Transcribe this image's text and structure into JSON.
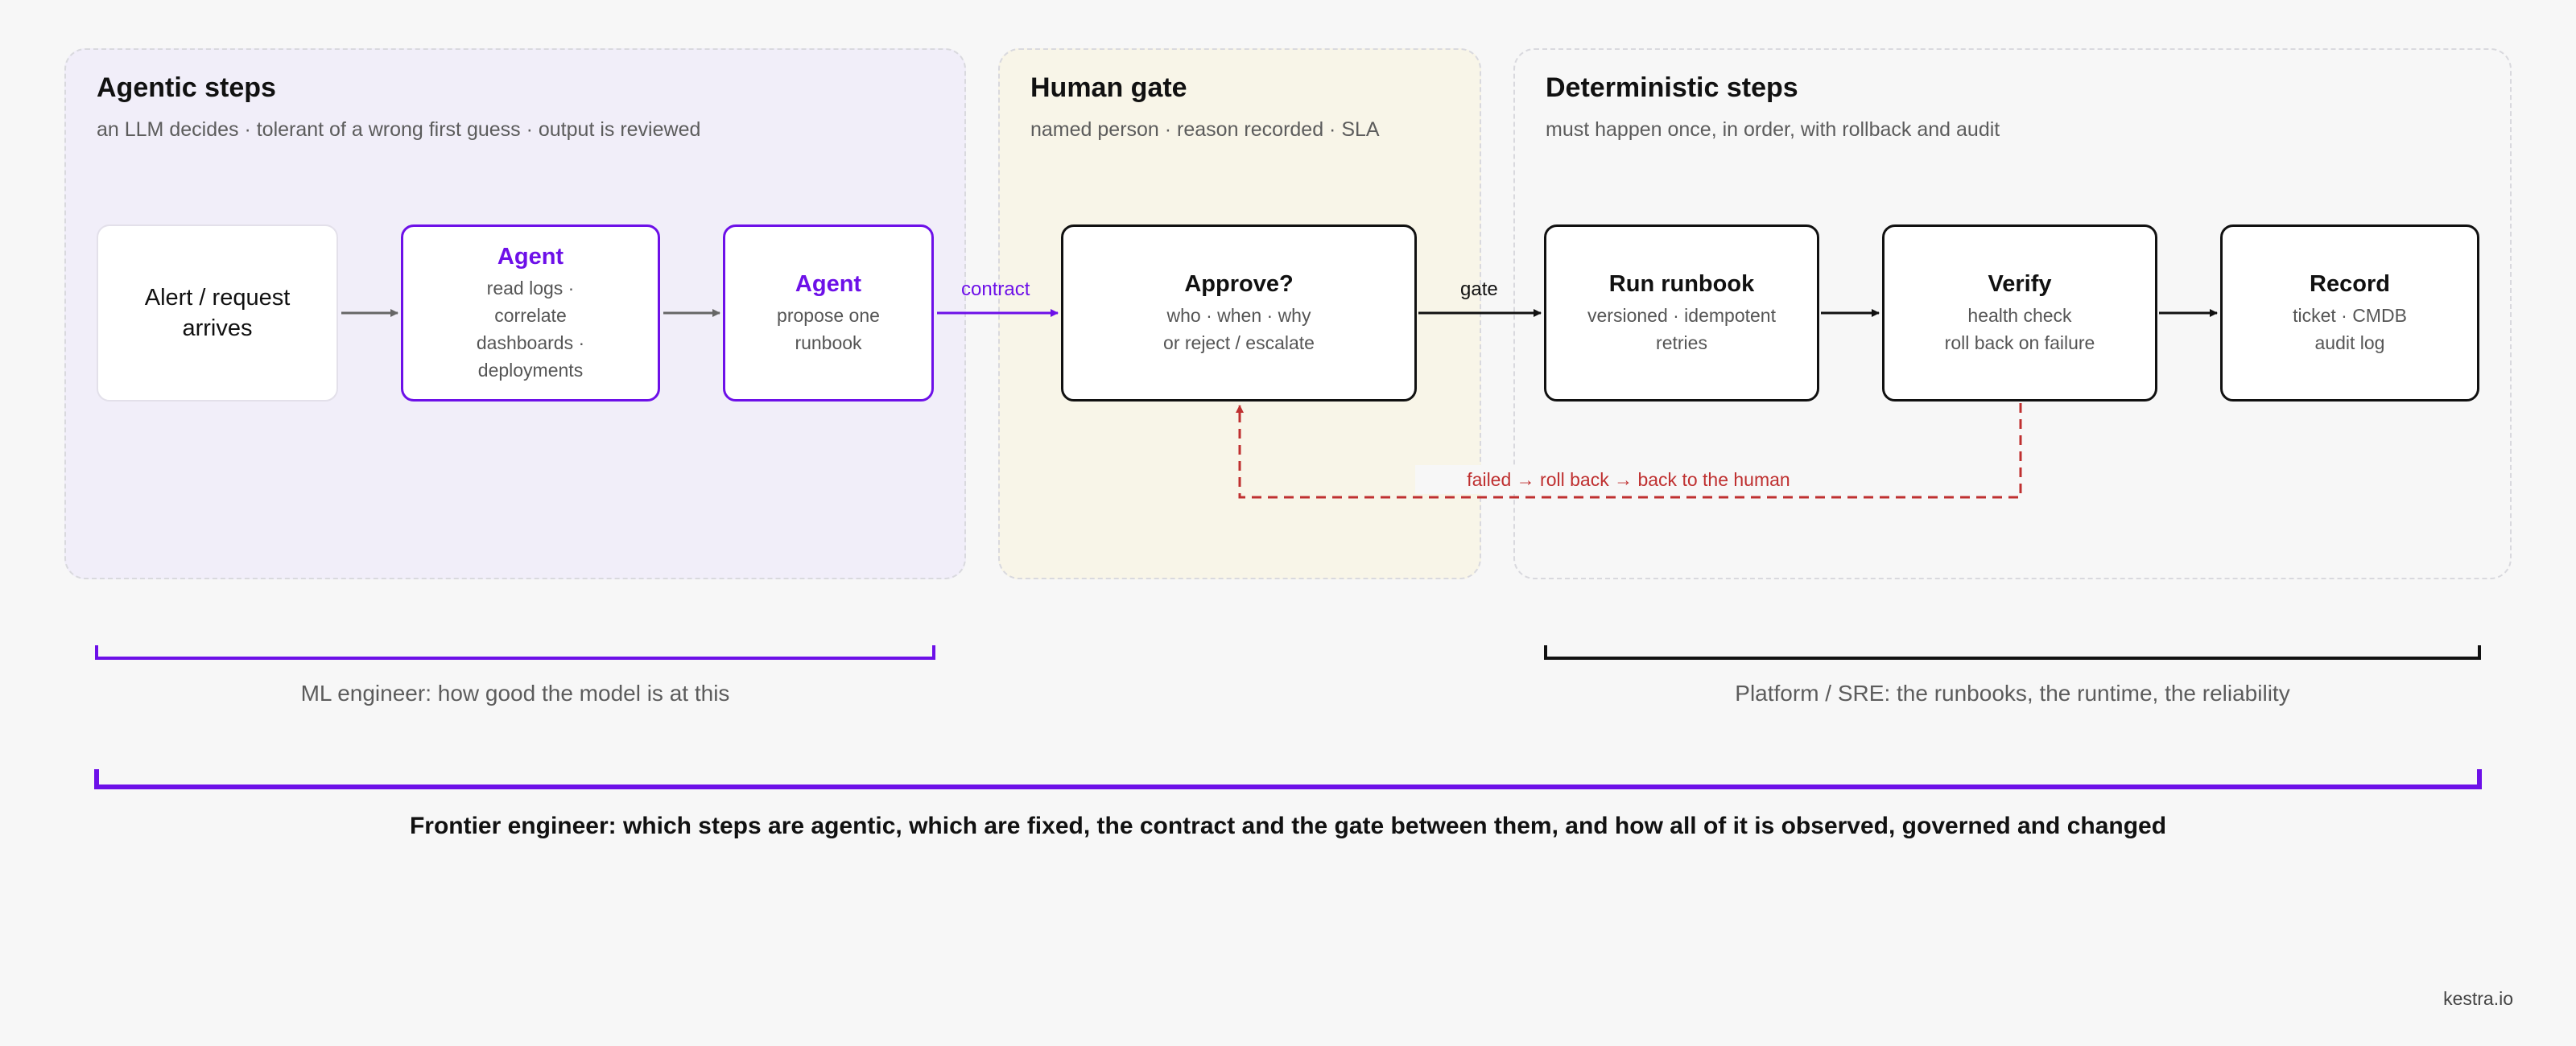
{
  "zones": {
    "agentic": {
      "title": "Agentic steps",
      "subtitle": "an LLM decides · tolerant of a wrong first guess · output is reviewed",
      "fill": "#f1eef9"
    },
    "human": {
      "title": "Human gate",
      "subtitle": "named person · reason recorded · SLA",
      "fill": "#f8f5e8"
    },
    "deterministic": {
      "title": "Deterministic steps",
      "subtitle": "must happen once, in order, with rollback and audit",
      "fill": "#f7f7f7"
    }
  },
  "nodes": {
    "alert": {
      "text_line1": "Alert / request",
      "text_line2": "arrives"
    },
    "agent1": {
      "title": "Agent",
      "desc_lines": [
        "read logs ·",
        "correlate",
        "dashboards ·",
        "deployments"
      ]
    },
    "agent2": {
      "title": "Agent",
      "desc_lines": [
        "propose one",
        "runbook"
      ]
    },
    "approve": {
      "title": "Approve?",
      "desc_lines": [
        "who · when · why",
        "or reject / escalate"
      ]
    },
    "run_runbook": {
      "title": "Run runbook",
      "desc_lines": [
        "versioned · idempotent",
        "retries"
      ]
    },
    "verify": {
      "title": "Verify",
      "desc_lines": [
        "health check",
        "roll back on failure"
      ]
    },
    "record": {
      "title": "Record",
      "desc_lines": [
        "ticket · CMDB",
        "audit log"
      ]
    }
  },
  "edge_labels": {
    "contract": "contract",
    "gate": "gate",
    "failure_loop": "failed → roll back → back to the human"
  },
  "brackets": {
    "ml": "ML engineer: how good the model is at this",
    "platform": "Platform / SRE: the runbooks, the runtime, the reliability",
    "frontier": "Frontier engineer: which steps are agentic, which are fixed, the contract and the gate between them, and how all of it is observed, governed and changed"
  },
  "footer": {
    "brand": "kestra.io"
  },
  "colors": {
    "accent": "#6d10e8",
    "danger": "#bf3030",
    "ink": "#111111",
    "muted": "#5c5c5c",
    "arrow_gray": "#666666"
  }
}
